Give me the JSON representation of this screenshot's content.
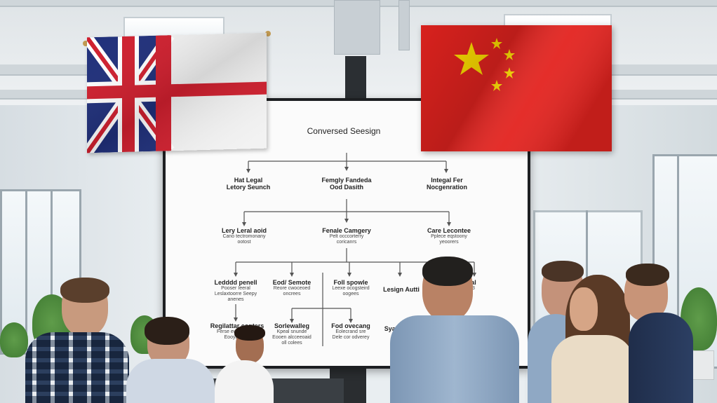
{
  "screen": {
    "title": "Conversed Seesign",
    "level1": [
      {
        "title": "Hat Legal",
        "sub": "Letory Seunch"
      },
      {
        "title": "Femgly Fandeda",
        "sub": "Ood Dasith"
      },
      {
        "title": "Integal Fer",
        "sub": "Nocgenration"
      }
    ],
    "level2": [
      {
        "title": "Lery Leral aoid",
        "sub1": "Cano tectromonany",
        "sub2": "ootost"
      },
      {
        "title": "Fenale Camgery",
        "sub1": "Pelt occcorterry",
        "sub2": "coricanrs"
      },
      {
        "title": "Care Lecontee",
        "sub1": "Pplece eqstoony",
        "sub2": "yeoorers"
      }
    ],
    "level3": [
      {
        "title": "Ledddd penell",
        "sub1": "Pooser Ieeral",
        "sub2": "Leslaxtoorre Seepy",
        "sub3": "anenes"
      },
      {
        "title": "Eod/ Semote",
        "sub1": "Reore cwoceoed",
        "sub2": "oncrees"
      },
      {
        "title": "Foll spowle",
        "sub1": "Leexe ocogsteird",
        "sub2": "oogees"
      },
      {
        "title": "Lesign Autti",
        "sub1": "",
        "sub2": ""
      },
      {
        "title": "al",
        "sub1": "3",
        "sub2": ""
      }
    ],
    "level4": [
      {
        "title": "Regilattar conters",
        "sub1": "Ferse ewceoeorde",
        "sub2": "Eooyaoiters"
      },
      {
        "title": "Sorlewalleg",
        "sub1": "Kpeal snunde",
        "sub2": "Eooen alcceeoaid",
        "sub3": "oll colees"
      },
      {
        "title": "Fod ovecang",
        "sub1": "Eolecrand sre",
        "sub2": "Dele cor odverey"
      },
      {
        "title": "Syal Coviey",
        "sub1": "",
        "sub2": ""
      }
    ]
  },
  "colors": {
    "uk_blue": "#1f2f7a",
    "uk_red": "#cf1f2e",
    "cn_red": "#e3231f",
    "cn_star": "#ffde00"
  }
}
